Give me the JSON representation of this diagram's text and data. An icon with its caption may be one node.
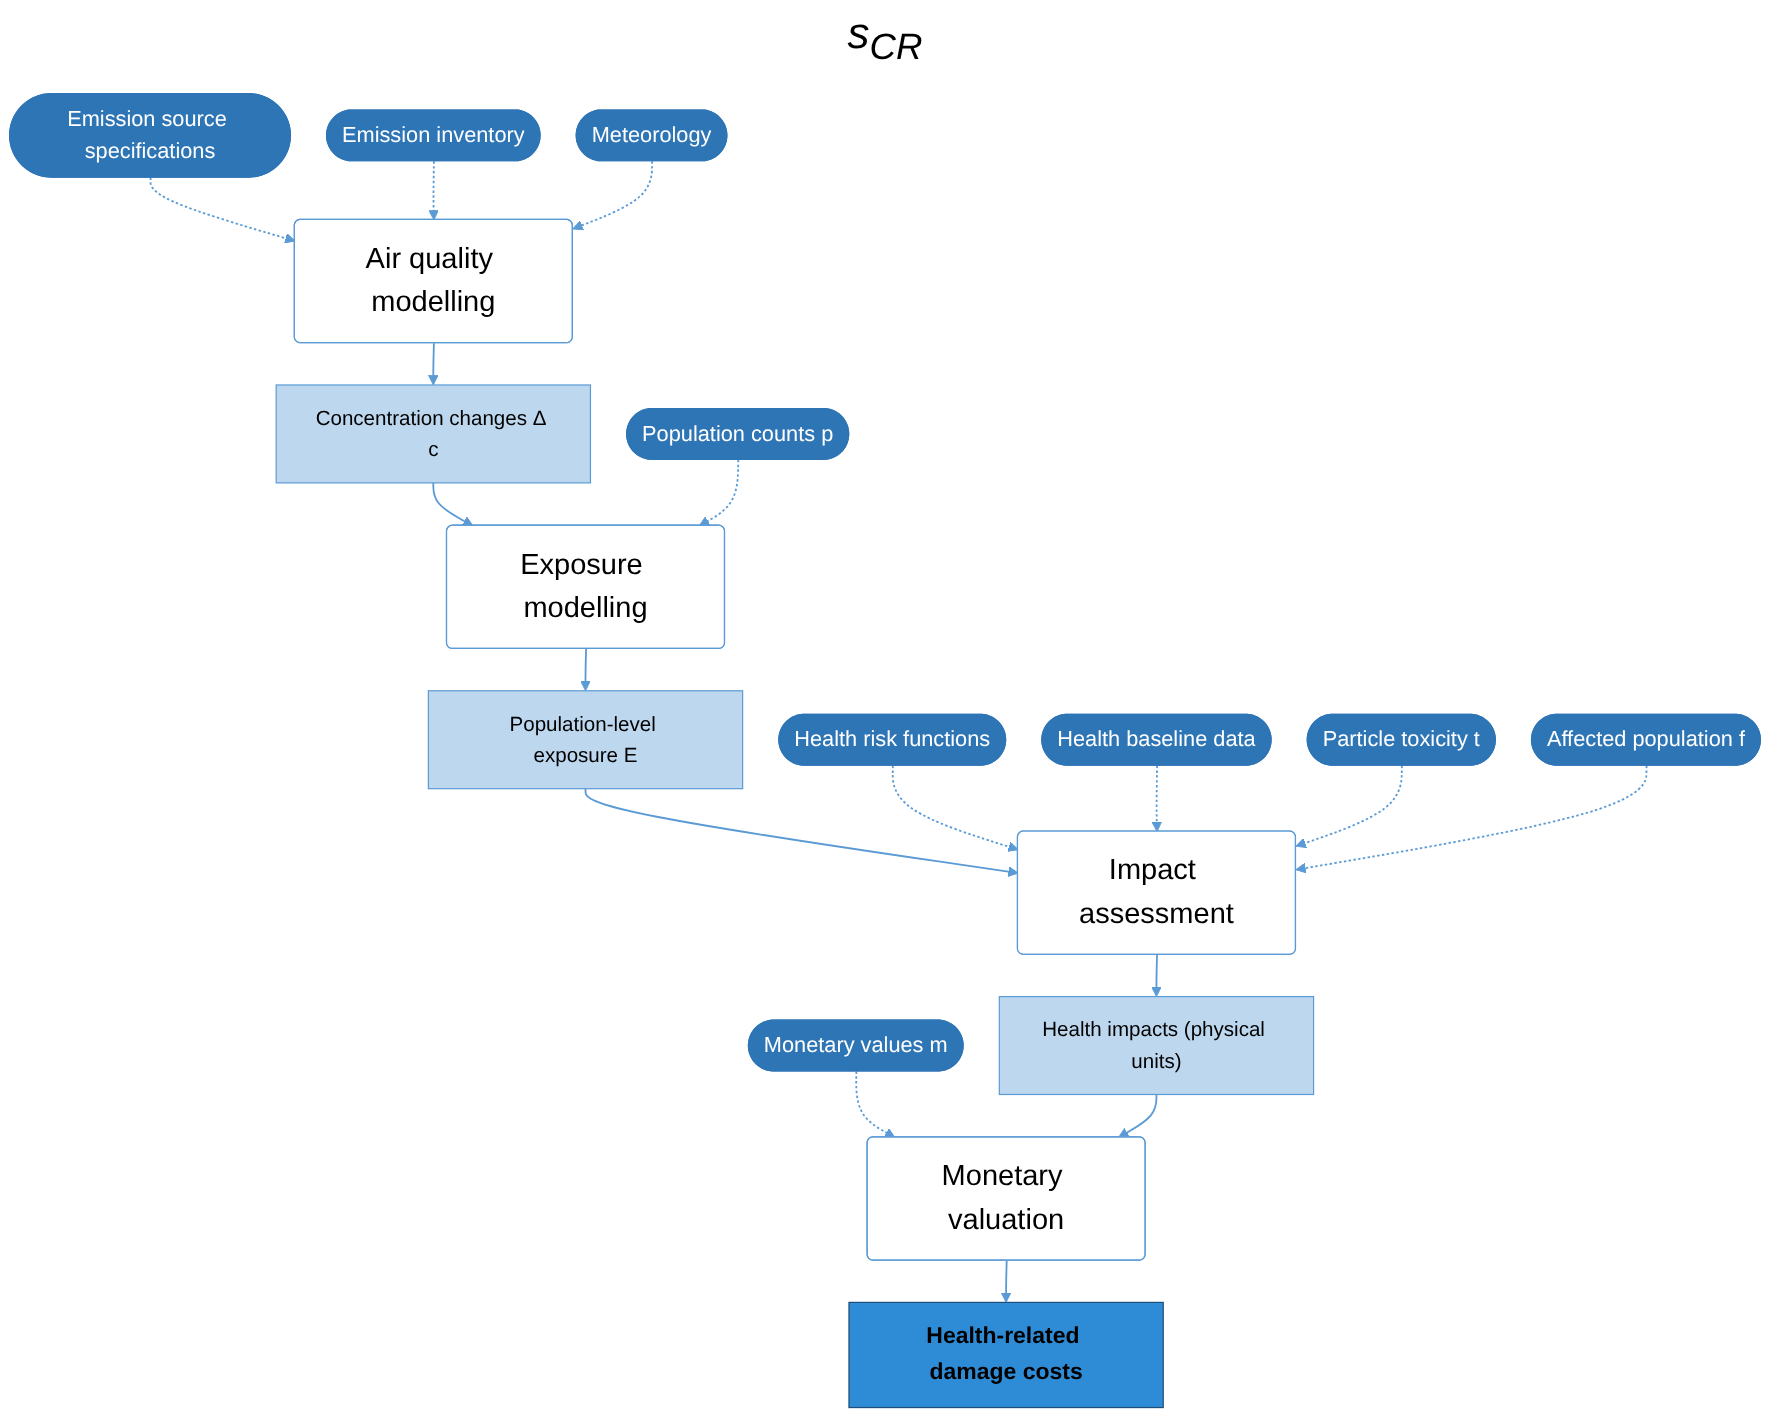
{
  "diagram": {
    "nodes": [
      {
        "text": [
          "Emission source specifications"
        ]
      },
      {
        "text": [
          "Air quality modelling"
        ]
      },
      {
        "text": [
          "Emission inventory"
        ]
      },
      {
        "text": [
          "Meteorology"
        ]
      },
      {
        "text": [
          "Concentration changes Δ c"
        ]
      },
      {
        "text": [
          "Exposure modelling"
        ]
      },
      {
        "text": [
          "Population counts p"
        ]
      },
      {
        "text": [
          "Population-level exposure E"
        ]
      },
      {
        "text": [
          "Health risk functions"
        ]
      },
      {
        "text": [
          "Particle toxicity t"
        ]
      },
      {
        "text": [
          "Impact assessment"
        ]
      },
      {
        "text": [
          "Health baseline data"
        ]
      },
      {
        "text": [
          "Affected population f"
        ]
      },
      {
        "text": [
          "Health impacts (physical units)"
        ]
      },
      {
        "text": [
          "Monetary values m"
        ]
      },
      {
        "text": [
          "Monetary valuation"
        ]
      },
      {
        "text": [
          "Health-related damage costs"
        ]
      }
    ],
    "edges": [
      {
        "from": 0,
        "to": 1,
        "arrow": "to",
        "style": "dashed"
      },
      {
        "from": 2,
        "to": 1,
        "arrow": "to",
        "style": "dashed"
      },
      {
        "from": 3,
        "to": 1,
        "arrow": "to",
        "style": "dashed"
      },
      {
        "from": 1,
        "to": 4,
        "arrow": "to"
      },
      {
        "from": 4,
        "to": 5,
        "arrow": "to"
      },
      {
        "from": 6,
        "to": 5,
        "arrow": "to",
        "style": "dashed"
      },
      {
        "from": 5,
        "to": 7,
        "arrow": "to"
      },
      {
        "from": 7,
        "to": 10,
        "arrow": "to"
      },
      {
        "from": 8,
        "to": 10,
        "arrow": "to",
        "style": "dashed"
      },
      {
        "from": 11,
        "to": 10,
        "arrow": "to",
        "style": "dashed"
      },
      {
        "from": 9,
        "to": 10,
        "arrow": "to",
        "style": "dashed"
      },
      {
        "from": 12,
        "to": 10,
        "arrow": "to",
        "style": "dashed"
      },
      {
        "from": 10,
        "to": 13,
        "arrow": "to"
      },
      {
        "from": 14,
        "to": 15,
        "arrow": "to",
        "style": "dashed"
      },
      {
        "from": 13,
        "to": 15,
        "arrow": "to"
      },
      {
        "from": 15,
        "to": 16,
        "arrow": "to"
      }
    ],
    "labels": [
      "s$_{CR}$"
    ]
  }
}
